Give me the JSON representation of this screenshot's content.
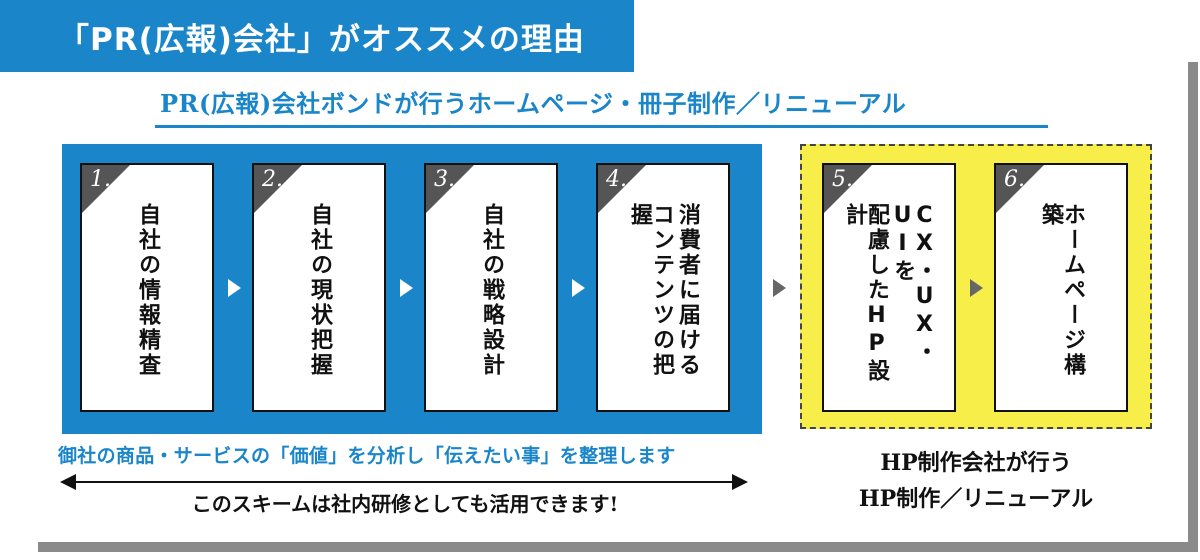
{
  "title": "「PR(広報)会社」がオススメの理由",
  "subtitle": "PR(広報)会社ボンドが行うホームページ・冊子制作／リニューアル",
  "steps": [
    {
      "num": "1.",
      "cols": [
        "自社の情報精査"
      ]
    },
    {
      "num": "2.",
      "cols": [
        "自社の現状把握"
      ]
    },
    {
      "num": "3.",
      "cols": [
        "自社の戦略設計"
      ]
    },
    {
      "num": "4.",
      "cols": [
        "消費者に届ける",
        "コンテンツの把握"
      ]
    },
    {
      "num": "5.",
      "cols": [
        "CX・UX・UIを",
        "配慮したHP設計"
      ]
    },
    {
      "num": "6.",
      "cols": [
        "ホームページ構築"
      ]
    }
  ],
  "bottom_left_text": "御社の商品・サービスの「価値」を分析し「伝えたい事」を整理します",
  "scheme_text": "このスキームは社内研修としても活用できます!",
  "right_caption": {
    "line1": "HP制作会社が行う",
    "line2": "HP制作／リニューアル"
  },
  "colors": {
    "accent_blue": "#1a86c9",
    "highlight_yellow": "#f7ee4a",
    "badge_gray": "#555555"
  }
}
